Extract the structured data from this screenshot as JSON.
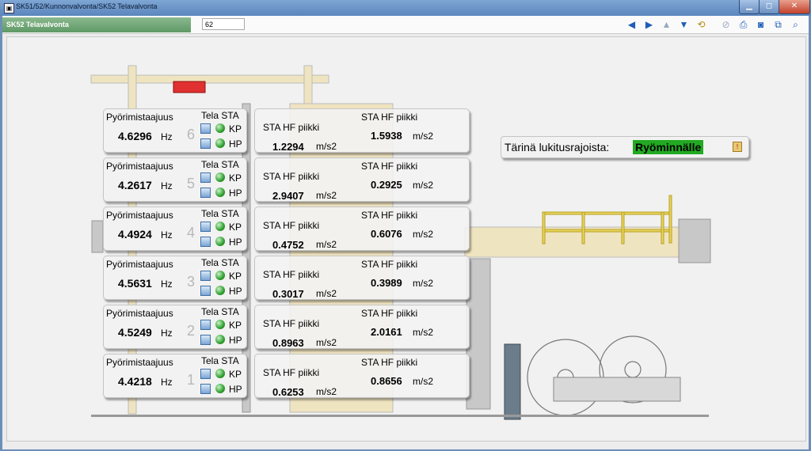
{
  "window": {
    "title": "SK51/52/Kunnonvalvonta/SK52 Telavalvonta",
    "app_icon": "app-window-icon",
    "controls": [
      "minimize-icon",
      "maximize-icon",
      "close-icon"
    ]
  },
  "toolbar": {
    "breadcrumb": "SK52 Telavalvonta",
    "input_value": "62",
    "buttons": [
      "arrow-left-icon",
      "arrow-right-icon",
      "arrow-up-icon",
      "arrow-down-icon",
      "history-icon",
      "refresh-icon",
      "print-icon",
      "camera-icon",
      "compare-icon",
      "find-icon"
    ]
  },
  "labels": {
    "freq": "Pyörimistaajuus",
    "tela": "Tela STA",
    "kp": "KP",
    "hp": "HP",
    "hf": "STA HF piikki",
    "hz": "Hz",
    "ms2": "m/s2"
  },
  "rolls": [
    {
      "number": "6",
      "freq": "4.6296",
      "hf_left": "1.2294",
      "hf_right": "1.5938"
    },
    {
      "number": "5",
      "freq": "4.2617",
      "hf_left": "2.9407",
      "hf_right": "0.2925"
    },
    {
      "number": "4",
      "freq": "4.4924",
      "hf_left": "0.4752",
      "hf_right": "0.6076"
    },
    {
      "number": "3",
      "freq": "4.5631",
      "hf_left": "0.3017",
      "hf_right": "0.3989"
    },
    {
      "number": "2",
      "freq": "4.5249",
      "hf_left": "0.8963",
      "hf_right": "2.0161"
    },
    {
      "number": "1",
      "freq": "4.4218",
      "hf_left": "0.6253",
      "hf_right": "0.8656"
    }
  ],
  "vibration": {
    "label": "Tärinä lukitusrajoista:",
    "status": "Ryöminnälle",
    "status_color": "#22aa22"
  }
}
